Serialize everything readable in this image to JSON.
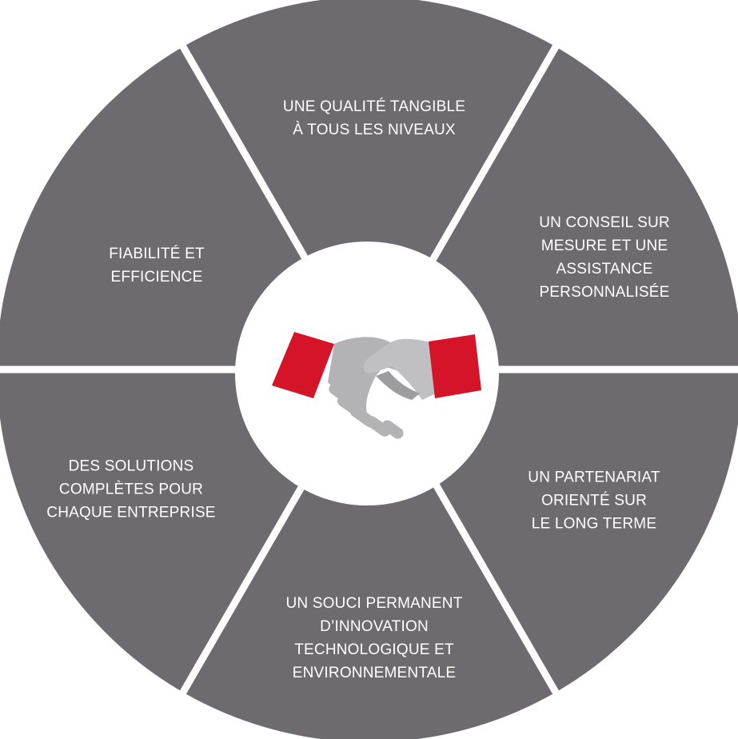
{
  "colors": {
    "segment": "#6d6b70",
    "gap": "#ffffff",
    "cuff": "#d5142a",
    "hand": "#b3b2b4",
    "hand_shadow": "#9d9c9f"
  },
  "center_icon": "handshake-icon",
  "segments": [
    {
      "id": "top",
      "lines": [
        "UNE QUALITÉ TANGIBLE",
        "À TOUS LES NIVEAUX"
      ]
    },
    {
      "id": "upper-right",
      "lines": [
        "UN CONSEIL SUR",
        "MESURE ET UNE",
        "ASSISTANCE",
        "PERSONNALISÉE"
      ]
    },
    {
      "id": "lower-right",
      "lines": [
        "UN PARTENARIAT",
        "ORIENTÉ SUR",
        "LE LONG TERME"
      ]
    },
    {
      "id": "bottom",
      "lines": [
        "UN SOUCI PERMANENT",
        "D’INNOVATION",
        "TECHNOLOGIQUE ET",
        "ENVIRONNEMENTALE"
      ]
    },
    {
      "id": "lower-left",
      "lines": [
        "DES SOLUTIONS",
        "COMPLÈTES POUR",
        "CHAQUE ENTREPRISE"
      ]
    },
    {
      "id": "upper-left",
      "lines": [
        "FIABILITÉ ET",
        "EFFICIENCE"
      ]
    }
  ]
}
